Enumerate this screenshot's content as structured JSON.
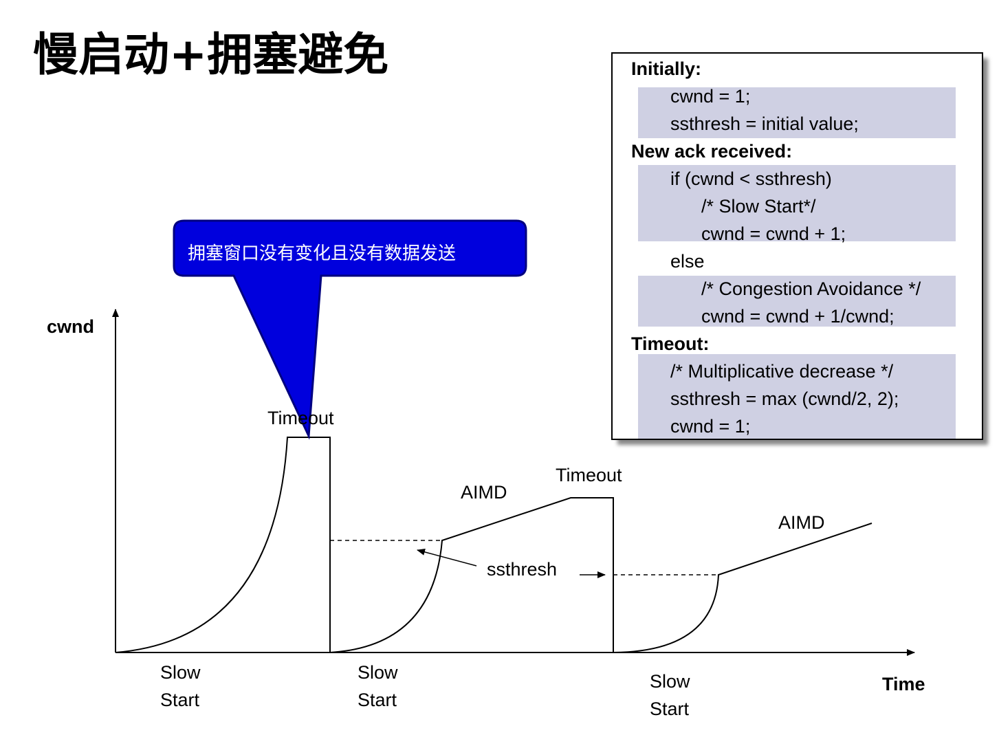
{
  "title": "慢启动+拥塞避免",
  "colors": {
    "callout_fill": "#0000dd",
    "callout_stroke": "#000080",
    "code_band": "#cfd0e3"
  },
  "callout": {
    "text": "拥塞窗口没有变化且没有数据发送"
  },
  "axes": {
    "y_label": "cwnd",
    "x_label": "Time"
  },
  "labels": {
    "timeout_1": "Timeout",
    "timeout_2": "Timeout",
    "aimd_1": "AIMD",
    "aimd_2": "AIMD",
    "ssthresh": "ssthresh",
    "slow_start": [
      {
        "line1": "Slow",
        "line2": "Start"
      },
      {
        "line1": "Slow",
        "line2": "Start"
      },
      {
        "line1": "Slow",
        "line2": "Start"
      }
    ]
  },
  "code": {
    "lines": [
      "Initially:",
      "cwnd = 1;",
      "ssthresh = initial value;",
      "New ack received:",
      "if (cwnd < ssthresh)",
      "/* Slow Start*/",
      "cwnd = cwnd + 1;",
      "else",
      "/* Congestion Avoidance */",
      "cwnd = cwnd + 1/cwnd;",
      "Timeout:",
      "/* Multiplicative decrease */",
      "ssthresh = max (cwnd/2, 2);",
      "cwnd = 1;"
    ]
  }
}
